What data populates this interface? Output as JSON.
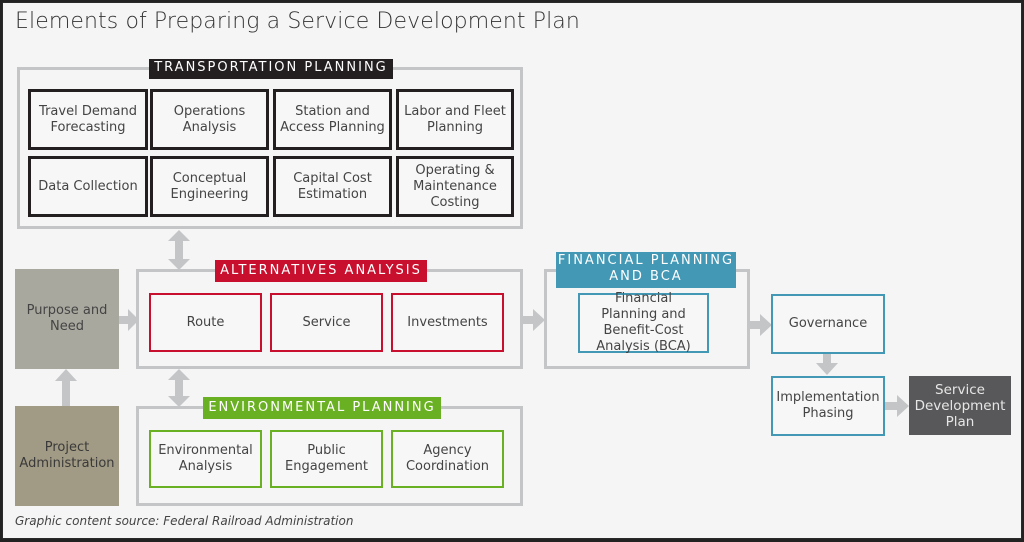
{
  "title": "Elements of Preparing a Service Development Plan",
  "source": "Graphic content source: Federal Railroad Administration",
  "colors": {
    "transportation": "#231f20",
    "alternatives": "#c8102e",
    "environmental": "#6ab023",
    "financial": "#4298b5",
    "connector": "#c4c5c7",
    "purpose": "#a9a89f",
    "project_admin": "#a19a84",
    "final_plan": "#58585a"
  },
  "transportation": {
    "label": "TRANSPORTATION PLANNING",
    "items": [
      "Travel Demand Forecasting",
      "Operations Analysis",
      "Station and Access Planning",
      "Labor and Fleet Planning",
      "Data Collection",
      "Conceptual Engineering",
      "Capital Cost Estimation",
      "Operating & Maintenance Costing"
    ]
  },
  "alternatives": {
    "label": "ALTERNATIVES ANALYSIS",
    "items": [
      "Route",
      "Service",
      "Investments"
    ]
  },
  "environmental": {
    "label": "ENVIRONMENTAL PLANNING",
    "items": [
      "Environmental Analysis",
      "Public Engagement",
      "Agency Coordination"
    ]
  },
  "financial": {
    "label_line1": "FINANCIAL PLANNING",
    "label_line2": "AND BCA",
    "item": "Financial Planning and Benefit-Cost Analysis (BCA)"
  },
  "purpose": "Purpose and Need",
  "project_admin": "Project Administration",
  "governance": "Governance",
  "implementation": "Implementation Phasing",
  "final_plan": "Service Development Plan"
}
